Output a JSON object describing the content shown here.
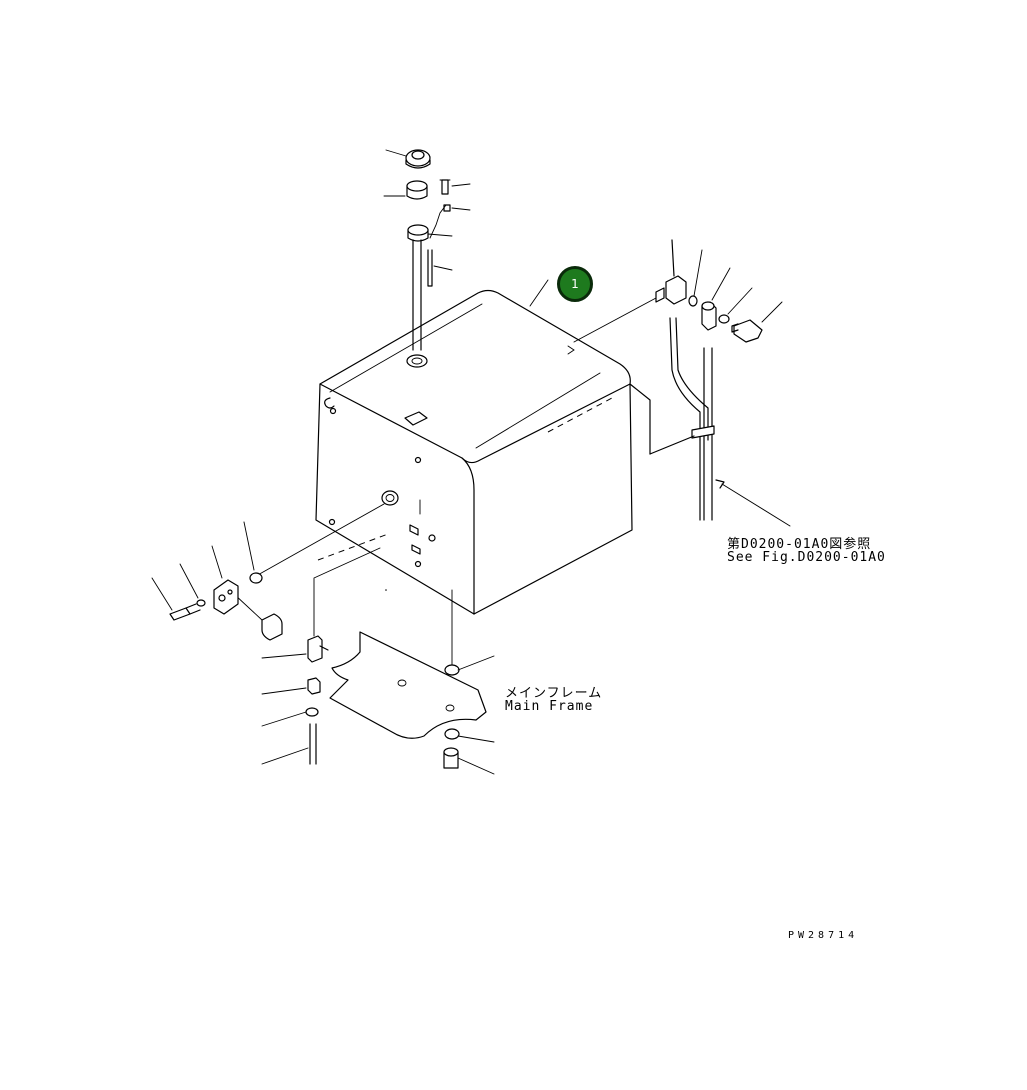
{
  "callout": {
    "number": "1"
  },
  "ref_label": {
    "line1": "第D0200-01A0図参照",
    "line2": "See Fig.D0200-01A0"
  },
  "frame_label": {
    "line1": "メインフレーム",
    "line2": "Main Frame"
  },
  "drawing_code": "PW28714",
  "colors": {
    "callout_fill": "#1e7a1e",
    "callout_ring": "#0a2a0a",
    "line": "#000000"
  }
}
